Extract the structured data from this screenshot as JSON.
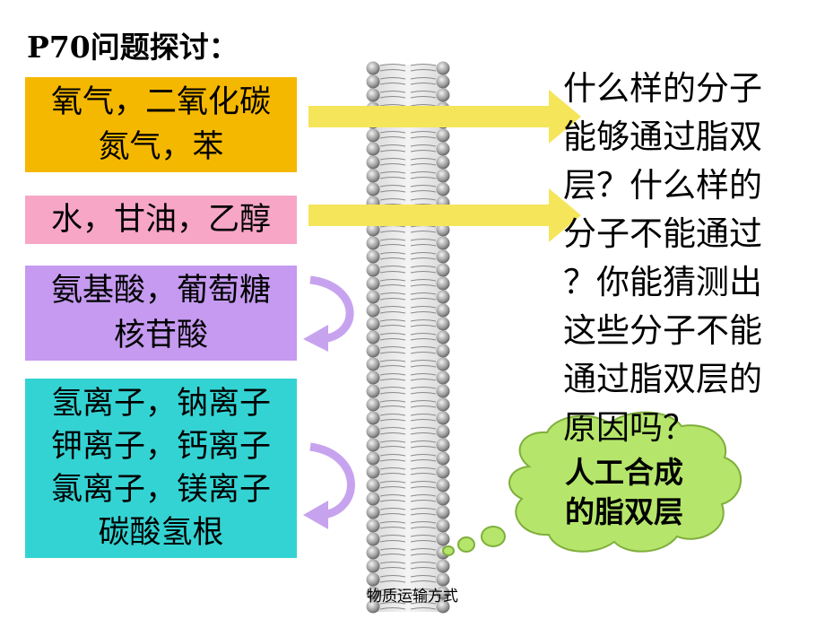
{
  "title": "P70问题探讨：",
  "boxes": {
    "gases": {
      "line1": "氧气，二氧化碳",
      "line2": "氮气，苯",
      "color": "#f5b800"
    },
    "small_polar": {
      "line1": "水，甘油，乙醇",
      "color": "#f7a6c6"
    },
    "organic": {
      "line1": "氨基酸，葡萄糖",
      "line2": "核苷酸",
      "color": "#c59af0"
    },
    "ions": {
      "line1": "氢离子，钠离子",
      "line2": "钾离子，钙离子",
      "line3": "氯离子，镁离子",
      "line4": "碳酸氢根",
      "color": "#34d3d3"
    }
  },
  "question": {
    "l1": "什么样的分子",
    "l2": "能够通过脂双",
    "l3": "层？什么样的",
    "l4": "分子不能通过",
    "l5": "？你能猜测出",
    "l6": "这些分子不能",
    "l7": "通过脂双层的",
    "l8": "原因吗？"
  },
  "cloud": {
    "line1": "人工合成",
    "line2": "的脂双层",
    "color": "#b5e66b"
  },
  "footer": "物质运输方式",
  "colors": {
    "arrow": "#f5e55a",
    "curve_arrow": "#c7a3ef"
  }
}
